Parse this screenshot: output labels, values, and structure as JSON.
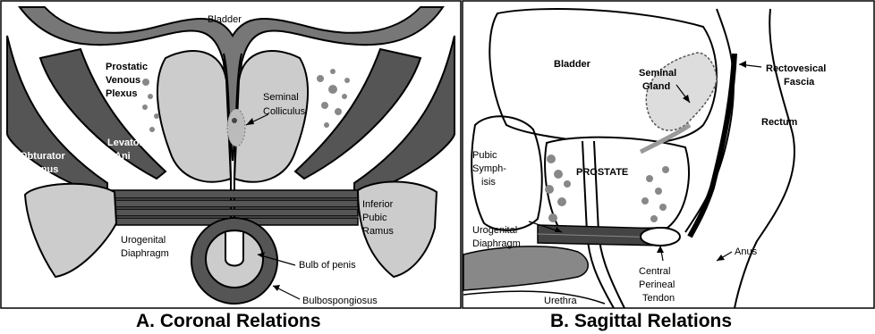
{
  "panel_a": {
    "caption": "A. Coronal Relations",
    "labels": {
      "bladder": "Bladder",
      "prostatic_1": "Prostatic",
      "prostatic_2": "Venous",
      "prostatic_3": "Plexus",
      "seminal_1": "Seminal",
      "seminal_2": "Colliculus",
      "levator_1": "Levator",
      "levator_2": "Ani",
      "obturator_1": "Obturator",
      "obturator_2": "Internus",
      "inferior_1": "Inferior",
      "inferior_2": "Pubic",
      "inferior_3": "Ramus",
      "urogenital_1": "Urogenital",
      "urogenital_2": "Diaphragm",
      "bulb": "Bulb of penis",
      "bulbospongiosus": "Bulbospongiosus"
    }
  },
  "panel_b": {
    "caption": "B. Sagittal Relations",
    "labels": {
      "bladder": "Bladder",
      "seminal_1": "Seminal",
      "seminal_2": "Gland",
      "rectovesical_1": "Rectovesical",
      "rectovesical_2": "Fascia",
      "rectum": "Rectum",
      "pubic_1": "Pubic",
      "pubic_2": "Symph-",
      "pubic_3": "isis",
      "prostate": "PROSTATE",
      "urogenital_1": "Urogenital",
      "urogenital_2": "Diaphragm",
      "anus": "Anus",
      "central_1": "Central",
      "central_2": "Perineal",
      "central_3": "Tendon",
      "urethra": "Urethra"
    }
  },
  "colors": {
    "dark_muscle": "#555555",
    "light_gland": "#cccccc",
    "outline": "#000000",
    "dots": "#888888"
  }
}
